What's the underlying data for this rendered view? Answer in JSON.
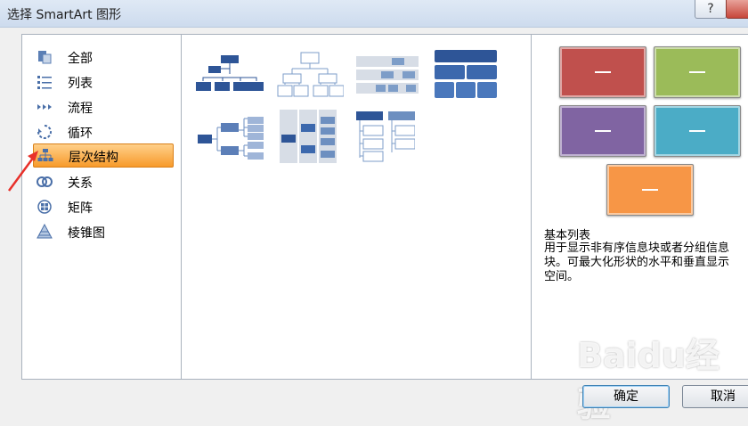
{
  "window": {
    "title": "选择 SmartArt 图形",
    "help_label": "?"
  },
  "categories": [
    {
      "label": "全部",
      "icon": "all-icon"
    },
    {
      "label": "列表",
      "icon": "list-icon"
    },
    {
      "label": "流程",
      "icon": "process-icon"
    },
    {
      "label": "循环",
      "icon": "cycle-icon"
    },
    {
      "label": "层次结构",
      "icon": "hierarchy-icon",
      "selected": true
    },
    {
      "label": "关系",
      "icon": "relationship-icon"
    },
    {
      "label": "矩阵",
      "icon": "matrix-icon"
    },
    {
      "label": "棱锥图",
      "icon": "pyramid-icon"
    }
  ],
  "preview": {
    "title": "基本列表",
    "description_lines": [
      "用于显示非有序信息块或者分组信息",
      "块。可最大化形状的水平和垂直显示",
      "空间。"
    ],
    "shape_colors": [
      "#c0504d",
      "#9bbb59",
      "#8064a2",
      "#4bacc6",
      "#f79646"
    ]
  },
  "buttons": {
    "ok": "确定",
    "cancel": "取消"
  },
  "watermark": "Baidu经验"
}
